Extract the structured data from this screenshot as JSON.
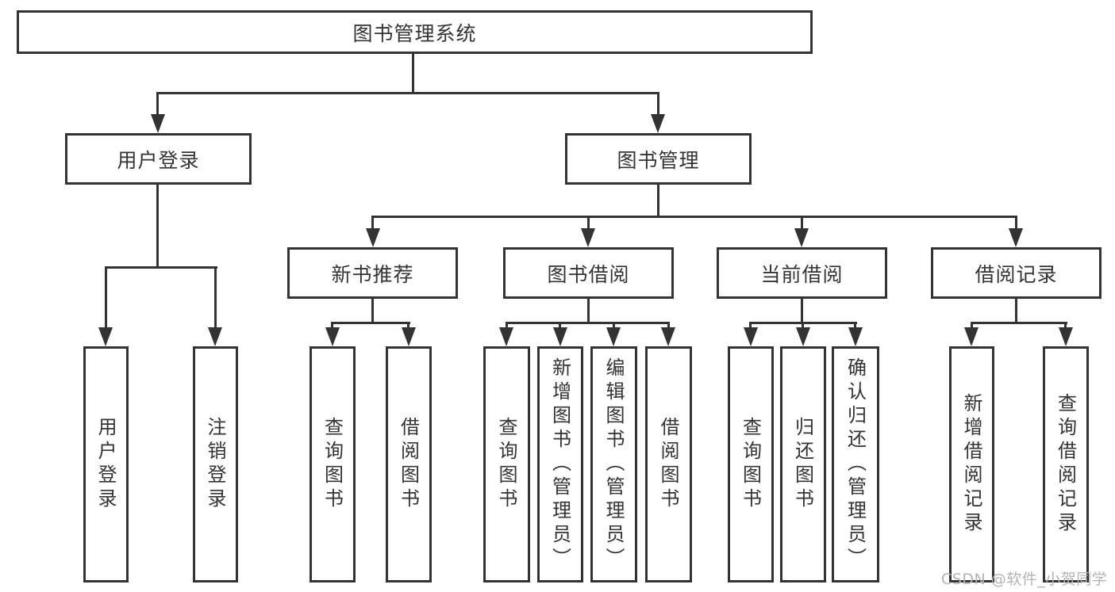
{
  "diagram": {
    "type": "hierarchy-tree",
    "title": "图书管理系统",
    "nodes": {
      "root": "图书管理系统",
      "user_login": "用户登录",
      "book_mgmt": "图书管理",
      "new_book_rec": "新书推荐",
      "book_borrow": "图书借阅",
      "current_borrow": "当前借阅",
      "borrow_record": "借阅记录",
      "leaf_user_login": "用户登录",
      "leaf_logout": "注销登录",
      "leaf_query_book_1": "查询图书",
      "leaf_borrow_book_1": "借阅图书",
      "leaf_query_book_2": "查询图书",
      "leaf_add_book": "新增图书（管理员）",
      "leaf_edit_book": "编辑图书（管理员）",
      "leaf_borrow_book_2": "借阅图书",
      "leaf_query_book_3": "查询图书",
      "leaf_return_book": "归还图书",
      "leaf_confirm_return": "确认归还（管理员）",
      "leaf_add_borrow_record": "新增借阅记录",
      "leaf_query_borrow_record": "查询借阅记录"
    },
    "hierarchy": {
      "图书管理系统": {
        "用户登录": [
          "用户登录",
          "注销登录"
        ],
        "图书管理": {
          "新书推荐": [
            "查询图书",
            "借阅图书"
          ],
          "图书借阅": [
            "查询图书",
            "新增图书（管理员）",
            "编辑图书（管理员）",
            "借阅图书"
          ],
          "当前借阅": [
            "查询图书",
            "归还图书",
            "确认归还（管理员）"
          ],
          "借阅记录": [
            "新增借阅记录",
            "查询借阅记录"
          ]
        }
      }
    },
    "colors": {
      "line": "#333333",
      "text": "#333333",
      "box_background": "#ffffff",
      "page_background": "#ffffff",
      "watermark": "#b3b3b3"
    }
  },
  "watermark": "CSDN @软件_小贺同学"
}
